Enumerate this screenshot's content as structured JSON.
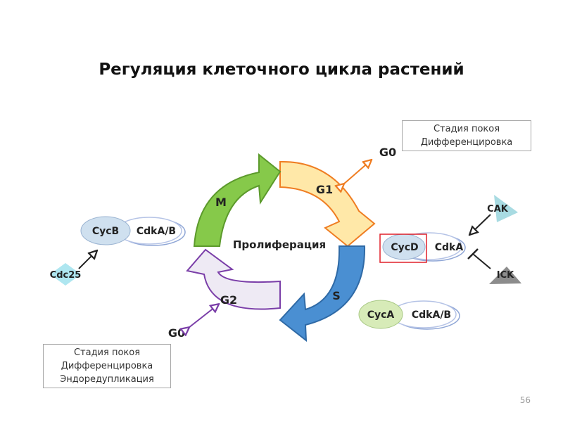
{
  "title": "Регуляция клеточного цикла растений",
  "page_number": "56",
  "cycle": {
    "center_label": "Пролиферация",
    "phases": {
      "g1": "G1",
      "s": "S",
      "g2": "G2",
      "m": "M"
    }
  },
  "g0_top": "G0",
  "g0_bottom": "G0",
  "note_top": {
    "line1": "Стадия покоя",
    "line2": "Дифференцировка"
  },
  "note_bottom": {
    "line1": "Стадия покоя",
    "line2": "Дифференцировка",
    "line3": "Эндоредупликация"
  },
  "complexes": {
    "cycb": {
      "cyclin": "CycB",
      "cdk": "CdkA/B"
    },
    "cycd": {
      "cyclin": "CycD",
      "cdk": "CdkA"
    },
    "cyca": {
      "cyclin": "CycA",
      "cdk": "CdkA/B"
    }
  },
  "regulators": {
    "cdc25": "Cdc25",
    "cak": "CAK",
    "ick": "ICK"
  },
  "colors": {
    "g1_fill": "#ffe8a8",
    "g1_stroke": "#ef7d22",
    "s_fill": "#4a8fd2",
    "s_stroke": "#2f6aa6",
    "g2_fill": "#eeeaf4",
    "g2_stroke": "#7a3ea8",
    "m_fill": "#86c94a",
    "m_stroke": "#5c9a2c",
    "highlight_box": "#e0202a"
  }
}
